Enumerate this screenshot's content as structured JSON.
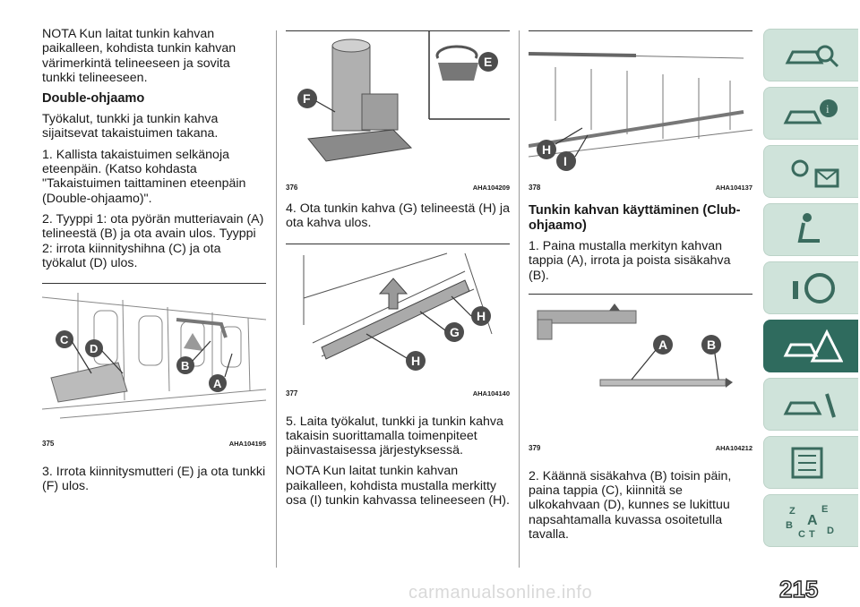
{
  "col1": {
    "nota_text": "NOTA Kun laitat tunkin kahvan paikalleen, kohdista tunkin kahvan värimerkintä telineeseen ja sovita tunkki telineeseen.",
    "heading": "Double-ohjaamo",
    "para1": "Työkalut, tunkki ja tunkin kahva sijaitsevat takaistuimen takana.",
    "step1": "1. Kallista takaistuimen selkänoja eteenpäin. (Katso kohdasta \"Takaistuimen taittaminen eteenpäin (Double-ohjaamo)\".",
    "step2": "2. Tyyppi 1: ota pyörän mutteriavain (A) telineestä (B) ja ota avain ulos. Tyyppi 2: irrota kiinnityshihna (C) ja ota työkalut (D) ulos.",
    "figure": {
      "number": "375",
      "code": "AHA104195",
      "labels": [
        "C",
        "D",
        "B",
        "A"
      ]
    },
    "step3": "3. Irrota kiinnitysmutteri (E) ja ota tunkki (F) ulos."
  },
  "col2": {
    "figure_top": {
      "number": "376",
      "code": "AHA104209",
      "labels": [
        "F",
        "E"
      ]
    },
    "step4": "4. Ota tunkin kahva (G) telineestä (H) ja ota kahva ulos.",
    "figure_mid": {
      "number": "377",
      "code": "AHA104140",
      "labels": [
        "H",
        "G",
        "H"
      ]
    },
    "step5": "5. Laita työkalut, tunkki ja tunkin kahva takaisin suorittamalla toimenpiteet päinvastaisessa järjestyksessä.",
    "nota_text": "NOTA Kun laitat tunkin kahvan paikalleen, kohdista mustalla merkitty osa (I) tunkin kahvassa telineeseen (H)."
  },
  "col3": {
    "figure_top": {
      "number": "378",
      "code": "AHA104137",
      "labels": [
        "H",
        "I"
      ]
    },
    "heading": "Tunkin kahvan käyttäminen (Club-ohjaamo)",
    "step1": "1. Paina mustalla merkityn kahvan tappia (A), irrota ja poista sisäkahva (B).",
    "figure_mid": {
      "number": "379",
      "code": "AHA104212",
      "labels": [
        "A",
        "B"
      ]
    },
    "step2": "2. Käännä sisäkahva (B) toisin päin, paina tappia (C), kiinnitä se ulkokahvaan (D), kunnes se lukittuu napsahtamalla kuvassa osoitetulla tavalla."
  },
  "sidebar": {
    "tabs": [
      {
        "icon": "car-search-icon",
        "active": false
      },
      {
        "icon": "car-info-icon",
        "active": false
      },
      {
        "icon": "warning-lights-message-icon",
        "active": false
      },
      {
        "icon": "seat-airbag-icon",
        "active": false
      },
      {
        "icon": "steering-key-icon",
        "active": false
      },
      {
        "icon": "car-accident-warning-icon",
        "active": true
      },
      {
        "icon": "car-service-icon",
        "active": false
      },
      {
        "icon": "specifications-icon",
        "active": false
      },
      {
        "icon": "index-letters-icon",
        "active": false
      }
    ],
    "index_letters": [
      "Z",
      "E",
      "B",
      "A",
      "C",
      "T",
      "D"
    ]
  },
  "page_number": "215",
  "watermark": "carmanualsonline.info",
  "colors": {
    "tab_bg": "#cfe3da",
    "tab_active": "#2f6b5e",
    "marker": "#4d4d4d"
  }
}
